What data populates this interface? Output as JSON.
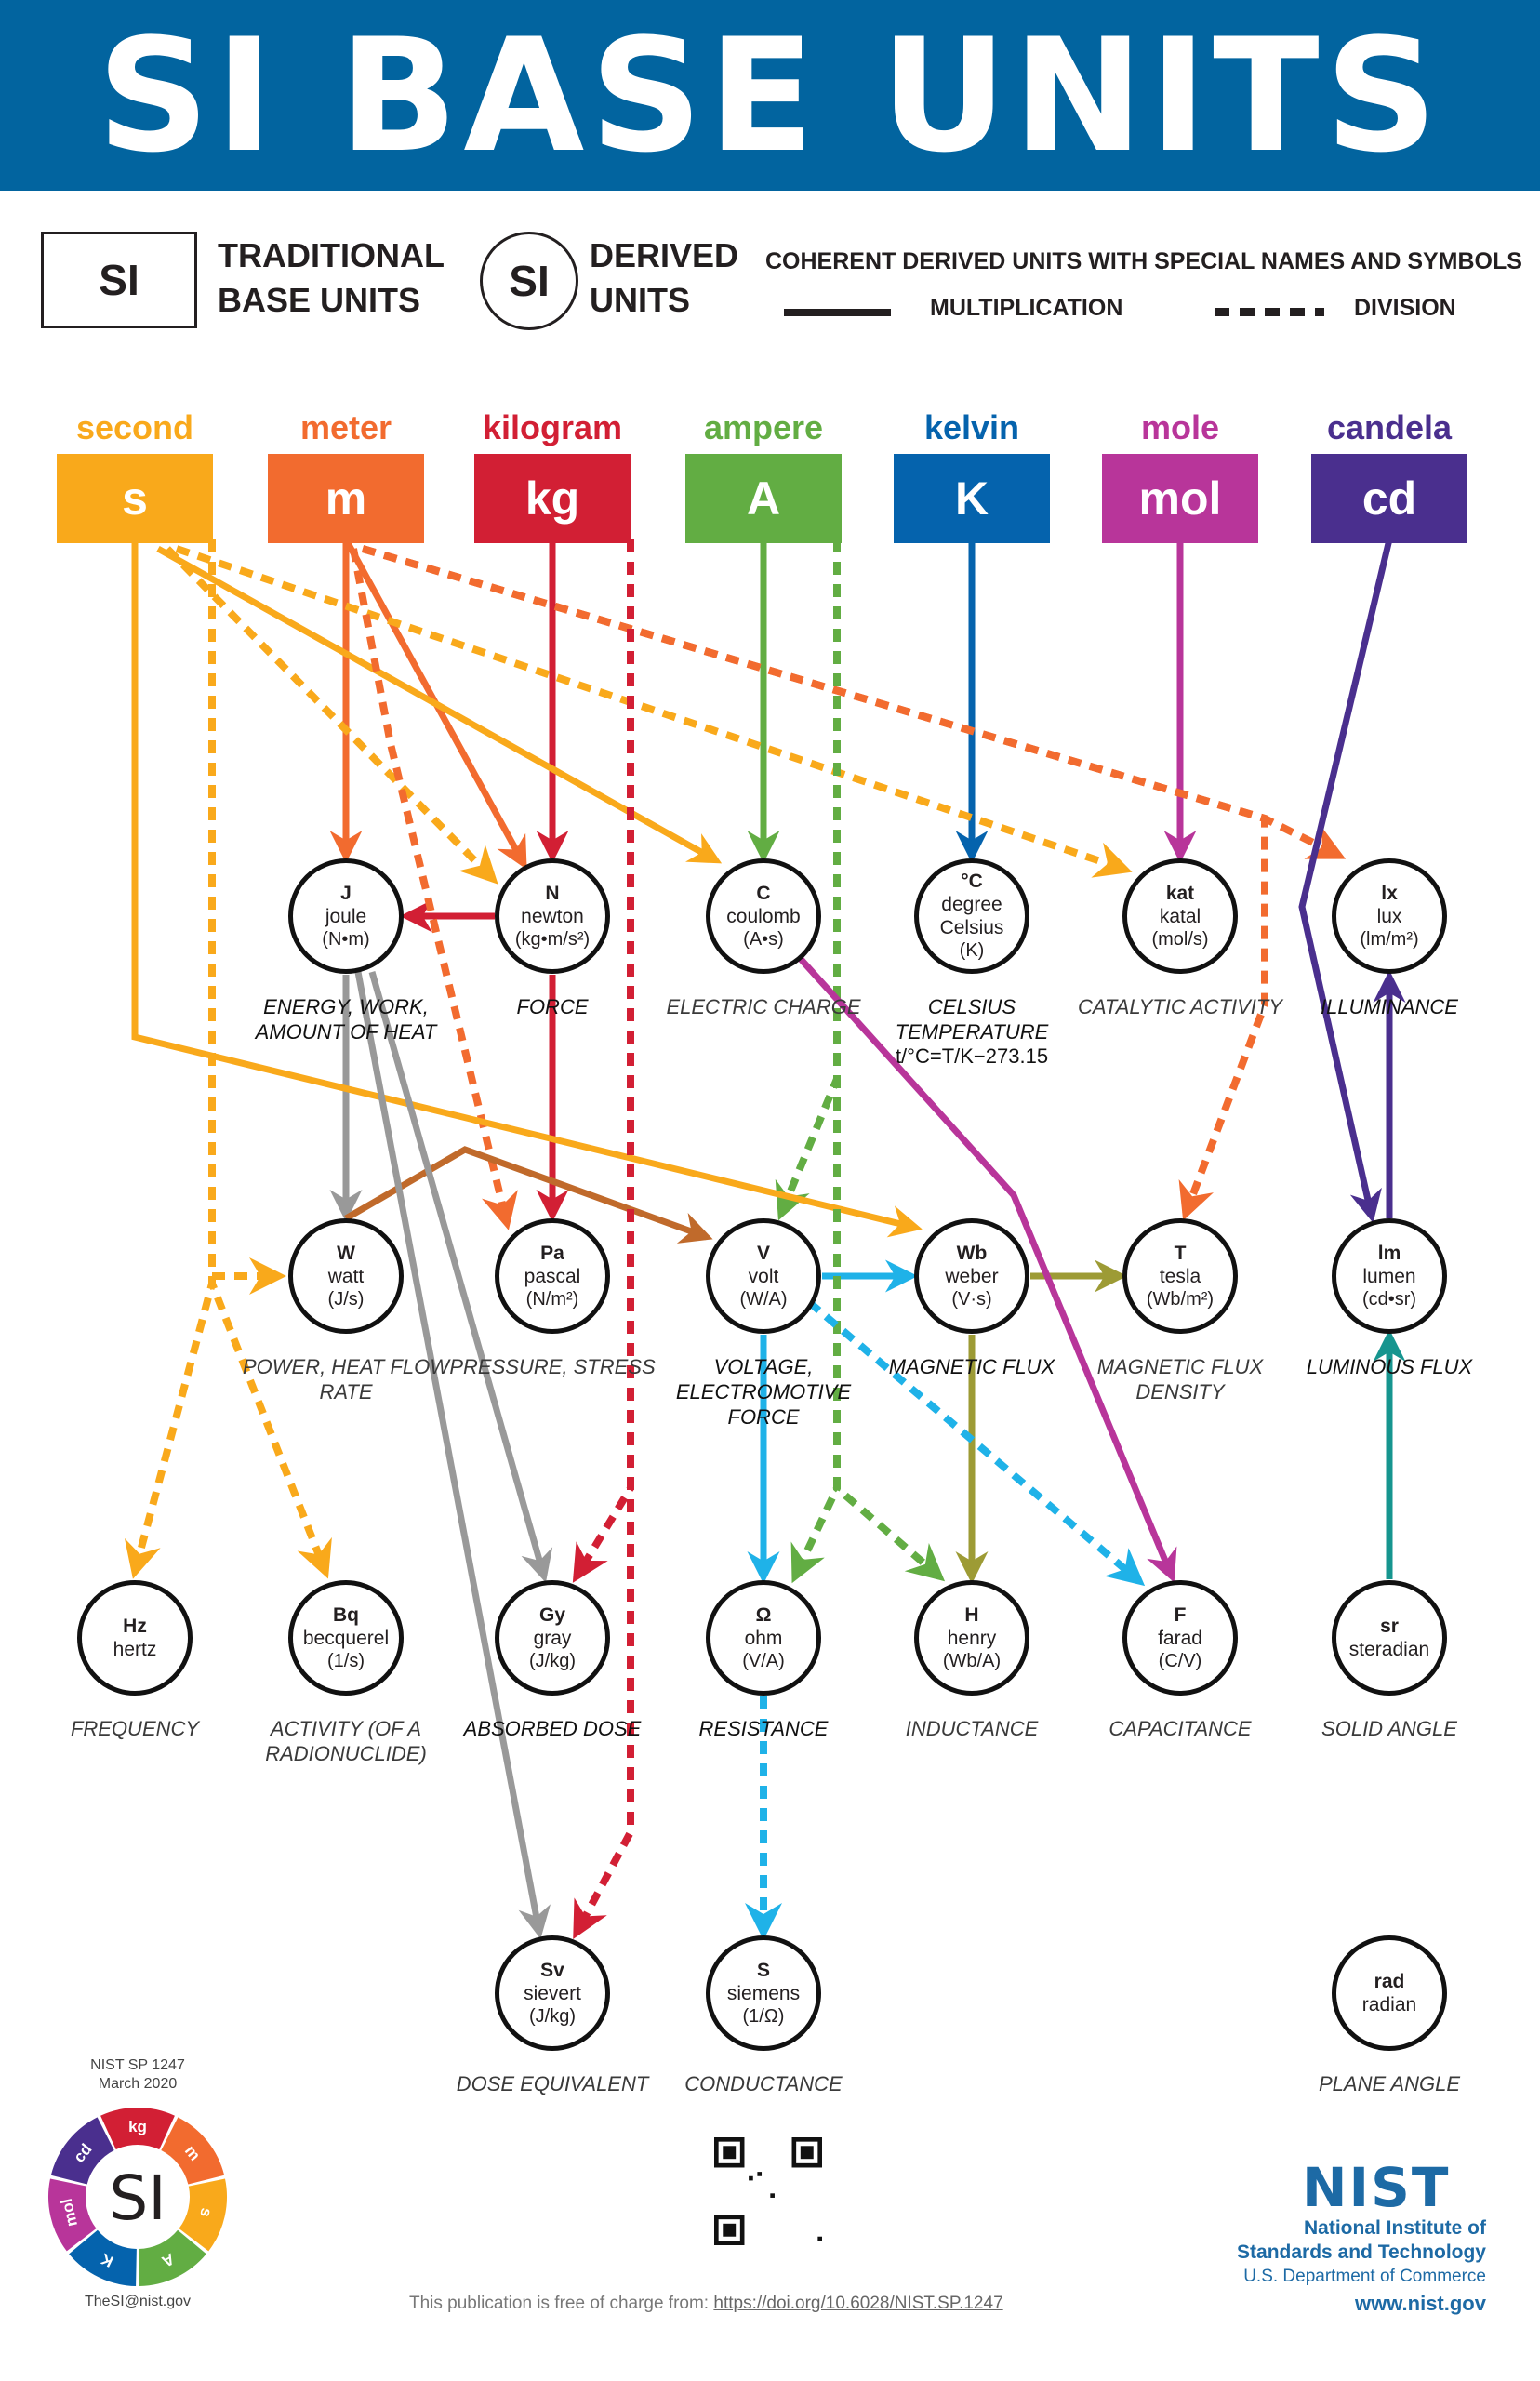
{
  "header": {
    "title": "SI BASE UNITS"
  },
  "legend": {
    "base_symbol": "SI",
    "base_label_line1": "TRADITIONAL",
    "base_label_line2": "BASE UNITS",
    "derived_symbol": "SI",
    "derived_label_line1": "DERIVED",
    "derived_label_line2": "UNITS",
    "coherent_label": "COHERENT DERIVED UNITS WITH SPECIAL NAMES AND SYMBOLS",
    "multiplication_label": "MULTIPLICATION",
    "division_label": "DIVISION"
  },
  "colors": {
    "banner": "#02649f",
    "second": "#f9a91b",
    "meter": "#f26b2f",
    "kilogram": "#d21f34",
    "ampere": "#62ad43",
    "kelvin": "#0563ad",
    "mole": "#b8359a",
    "candela": "#4a2f8e",
    "joule": "#999999",
    "newton": "#d21f34",
    "watt": "#c06a2b",
    "volt": "#1fb2e8",
    "weber": "#9d9b35",
    "coulomb": "#b8359a",
    "steradian": "#16958f",
    "lumen": "#4a2f8e"
  },
  "base_units": [
    {
      "name": "second",
      "symbol": "s",
      "color": "#f9a91b"
    },
    {
      "name": "meter",
      "symbol": "m",
      "color": "#f26b2f"
    },
    {
      "name": "kilogram",
      "symbol": "kg",
      "color": "#d21f34"
    },
    {
      "name": "ampere",
      "symbol": "A",
      "color": "#62ad43"
    },
    {
      "name": "kelvin",
      "symbol": "K",
      "color": "#0563ad"
    },
    {
      "name": "mole",
      "symbol": "mol",
      "color": "#b8359a"
    },
    {
      "name": "candela",
      "symbol": "cd",
      "color": "#4a2f8e"
    }
  ],
  "derived_units": [
    {
      "id": "J",
      "symbol": "J",
      "name": "joule",
      "expr": "(N•m)",
      "quantity": "ENERGY, WORK, AMOUNT OF HEAT",
      "strong": true
    },
    {
      "id": "N",
      "symbol": "N",
      "name": "newton",
      "expr": "(kg•m/s²)",
      "quantity": "FORCE",
      "strong": true
    },
    {
      "id": "C",
      "symbol": "C",
      "name": "coulomb",
      "expr": "(A•s)",
      "quantity": "ELECTRIC CHARGE",
      "strong": false
    },
    {
      "id": "degC",
      "symbol": "°C",
      "name": "degree Celsius",
      "expr": "(K)",
      "quantity": "CELSIUS TEMPERATURE",
      "strong": true,
      "formula": "t/°C=T/K−273.15"
    },
    {
      "id": "kat",
      "symbol": "kat",
      "name": "katal",
      "expr": "(mol/s)",
      "quantity": "CATALYTIC ACTIVITY",
      "strong": false
    },
    {
      "id": "lx",
      "symbol": "lx",
      "name": "lux",
      "expr": "(lm/m²)",
      "quantity": "ILLUMINANCE",
      "strong": true
    },
    {
      "id": "W",
      "symbol": "W",
      "name": "watt",
      "expr": "(J/s)",
      "quantity": "POWER, HEAT FLOW RATE",
      "strong": false
    },
    {
      "id": "Pa",
      "symbol": "Pa",
      "name": "pascal",
      "expr": "(N/m²)",
      "quantity": "PRESSURE, STRESS",
      "strong": false
    },
    {
      "id": "V",
      "symbol": "V",
      "name": "volt",
      "expr": "(W/A)",
      "quantity": "VOLTAGE, ELECTROMOTIVE FORCE",
      "strong": true
    },
    {
      "id": "Wb",
      "symbol": "Wb",
      "name": "weber",
      "expr": "(V·s)",
      "quantity": "MAGNETIC FLUX",
      "strong": true
    },
    {
      "id": "T",
      "symbol": "T",
      "name": "tesla",
      "expr": "(Wb/m²)",
      "quantity": "MAGNETIC FLUX DENSITY",
      "strong": false
    },
    {
      "id": "lm",
      "symbol": "lm",
      "name": "lumen",
      "expr": "(cd•sr)",
      "quantity": "LUMINOUS FLUX",
      "strong": true
    },
    {
      "id": "Hz",
      "symbol": "Hz",
      "name": "hertz",
      "expr": "",
      "quantity": "FREQUENCY",
      "strong": false
    },
    {
      "id": "Bq",
      "symbol": "Bq",
      "name": "becquerel",
      "expr": "(1/s)",
      "quantity": "ACTIVITY (OF A RADIONUCLIDE)",
      "strong": false
    },
    {
      "id": "Gy",
      "symbol": "Gy",
      "name": "gray",
      "expr": "(J/kg)",
      "quantity": "ABSORBED DOSE",
      "strong": true
    },
    {
      "id": "Ohm",
      "symbol": "Ω",
      "name": "ohm",
      "expr": "(V/A)",
      "quantity": "RESISTANCE",
      "strong": true
    },
    {
      "id": "H",
      "symbol": "H",
      "name": "henry",
      "expr": "(Wb/A)",
      "quantity": "INDUCTANCE",
      "strong": false
    },
    {
      "id": "F",
      "symbol": "F",
      "name": "farad",
      "expr": "(C/V)",
      "quantity": "CAPACITANCE",
      "strong": false
    },
    {
      "id": "sr",
      "symbol": "sr",
      "name": "steradian",
      "expr": "",
      "quantity": "SOLID ANGLE",
      "strong": false
    },
    {
      "id": "Sv",
      "symbol": "Sv",
      "name": "sievert",
      "expr": "(J/kg)",
      "quantity": "DOSE EQUIVALENT",
      "strong": false
    },
    {
      "id": "S",
      "symbol": "S",
      "name": "siemens",
      "expr": "(1/Ω)",
      "quantity": "CONDUCTANCE",
      "strong": false
    },
    {
      "id": "rad",
      "symbol": "rad",
      "name": "radian",
      "expr": "",
      "quantity": "PLANE ANGLE",
      "strong": false
    }
  ],
  "relations": [
    {
      "from": "m",
      "to": "J",
      "type": "multiplication",
      "color": "#f26b2f"
    },
    {
      "from": "m",
      "to": "N",
      "type": "multiplication",
      "color": "#f26b2f"
    },
    {
      "from": "s",
      "to": "N",
      "type": "division",
      "color": "#f9a91b"
    },
    {
      "from": "kg",
      "to": "N",
      "type": "multiplication",
      "color": "#d21f34"
    },
    {
      "from": "N",
      "to": "J",
      "type": "multiplication",
      "color": "#d21f34"
    },
    {
      "from": "s",
      "to": "C",
      "type": "multiplication",
      "color": "#f9a91b"
    },
    {
      "from": "A",
      "to": "C",
      "type": "multiplication",
      "color": "#62ad43"
    },
    {
      "from": "K",
      "to": "degC",
      "type": "multiplication",
      "color": "#0563ad"
    },
    {
      "from": "mol",
      "to": "kat",
      "type": "multiplication",
      "color": "#b8359a"
    },
    {
      "from": "s",
      "to": "kat",
      "type": "division",
      "color": "#f9a91b"
    },
    {
      "from": "m",
      "to": "lx",
      "type": "division",
      "color": "#f26b2f"
    },
    {
      "from": "lm",
      "to": "lx",
      "type": "multiplication",
      "color": "#4a2f8e"
    },
    {
      "from": "cd",
      "to": "lm",
      "type": "multiplication",
      "color": "#4a2f8e"
    },
    {
      "from": "sr",
      "to": "lm",
      "type": "multiplication",
      "color": "#16958f"
    },
    {
      "from": "J",
      "to": "W",
      "type": "multiplication",
      "color": "#999999"
    },
    {
      "from": "s",
      "to": "W",
      "type": "division",
      "color": "#f9a91b"
    },
    {
      "from": "m",
      "to": "Pa",
      "type": "division",
      "color": "#f26b2f"
    },
    {
      "from": "N",
      "to": "Pa",
      "type": "multiplication",
      "color": "#d21f34"
    },
    {
      "from": "W",
      "to": "V",
      "type": "multiplication",
      "color": "#c06a2b"
    },
    {
      "from": "A",
      "to": "V",
      "type": "division",
      "color": "#62ad43"
    },
    {
      "from": "s",
      "to": "Wb",
      "type": "multiplication",
      "color": "#f9a91b"
    },
    {
      "from": "V",
      "to": "Wb",
      "type": "multiplication",
      "color": "#1fb2e8"
    },
    {
      "from": "Wb",
      "to": "T",
      "type": "multiplication",
      "color": "#9d9b35"
    },
    {
      "from": "m",
      "to": "T",
      "type": "division",
      "color": "#f26b2f"
    },
    {
      "from": "s",
      "to": "Hz",
      "type": "division",
      "color": "#f9a91b"
    },
    {
      "from": "s",
      "to": "Bq",
      "type": "division",
      "color": "#f9a91b"
    },
    {
      "from": "J",
      "to": "Gy",
      "type": "multiplication",
      "color": "#999999"
    },
    {
      "from": "kg",
      "to": "Gy",
      "type": "division",
      "color": "#d21f34"
    },
    {
      "from": "V",
      "to": "Ohm",
      "type": "multiplication",
      "color": "#1fb2e8"
    },
    {
      "from": "A",
      "to": "Ohm",
      "type": "division",
      "color": "#62ad43"
    },
    {
      "from": "Wb",
      "to": "H",
      "type": "multiplication",
      "color": "#9d9b35"
    },
    {
      "from": "A",
      "to": "H",
      "type": "division",
      "color": "#62ad43"
    },
    {
      "from": "C",
      "to": "F",
      "type": "multiplication",
      "color": "#b8359a"
    },
    {
      "from": "V",
      "to": "F",
      "type": "division",
      "color": "#1fb2e8"
    },
    {
      "from": "J",
      "to": "Sv",
      "type": "multiplication",
      "color": "#999999"
    },
    {
      "from": "kg",
      "to": "Sv",
      "type": "division",
      "color": "#d21f34"
    },
    {
      "from": "Ohm",
      "to": "S",
      "type": "division",
      "color": "#1fb2e8"
    }
  ],
  "footer": {
    "publication": "NIST SP 1247",
    "date": "March 2020",
    "logo_center": "SI",
    "logo_segments": [
      {
        "label": "kg",
        "color": "#d21f34"
      },
      {
        "label": "m",
        "color": "#f26b2f"
      },
      {
        "label": "s",
        "color": "#f9a91b"
      },
      {
        "label": "A",
        "color": "#62ad43"
      },
      {
        "label": "K",
        "color": "#0563ad"
      },
      {
        "label": "mol",
        "color": "#b8359a"
      },
      {
        "label": "cd",
        "color": "#4a2f8e"
      }
    ],
    "email": "TheSI@nist.gov",
    "note_prefix": "This publication is free of charge from: ",
    "note_link": "https://doi.org/10.6028/NIST.SP.1247",
    "nist_logo": "NIST",
    "org_line1": "National Institute of",
    "org_line2": "Standards and Technology",
    "org_line3": "U.S. Department of Commerce",
    "website": "www.nist.gov"
  }
}
